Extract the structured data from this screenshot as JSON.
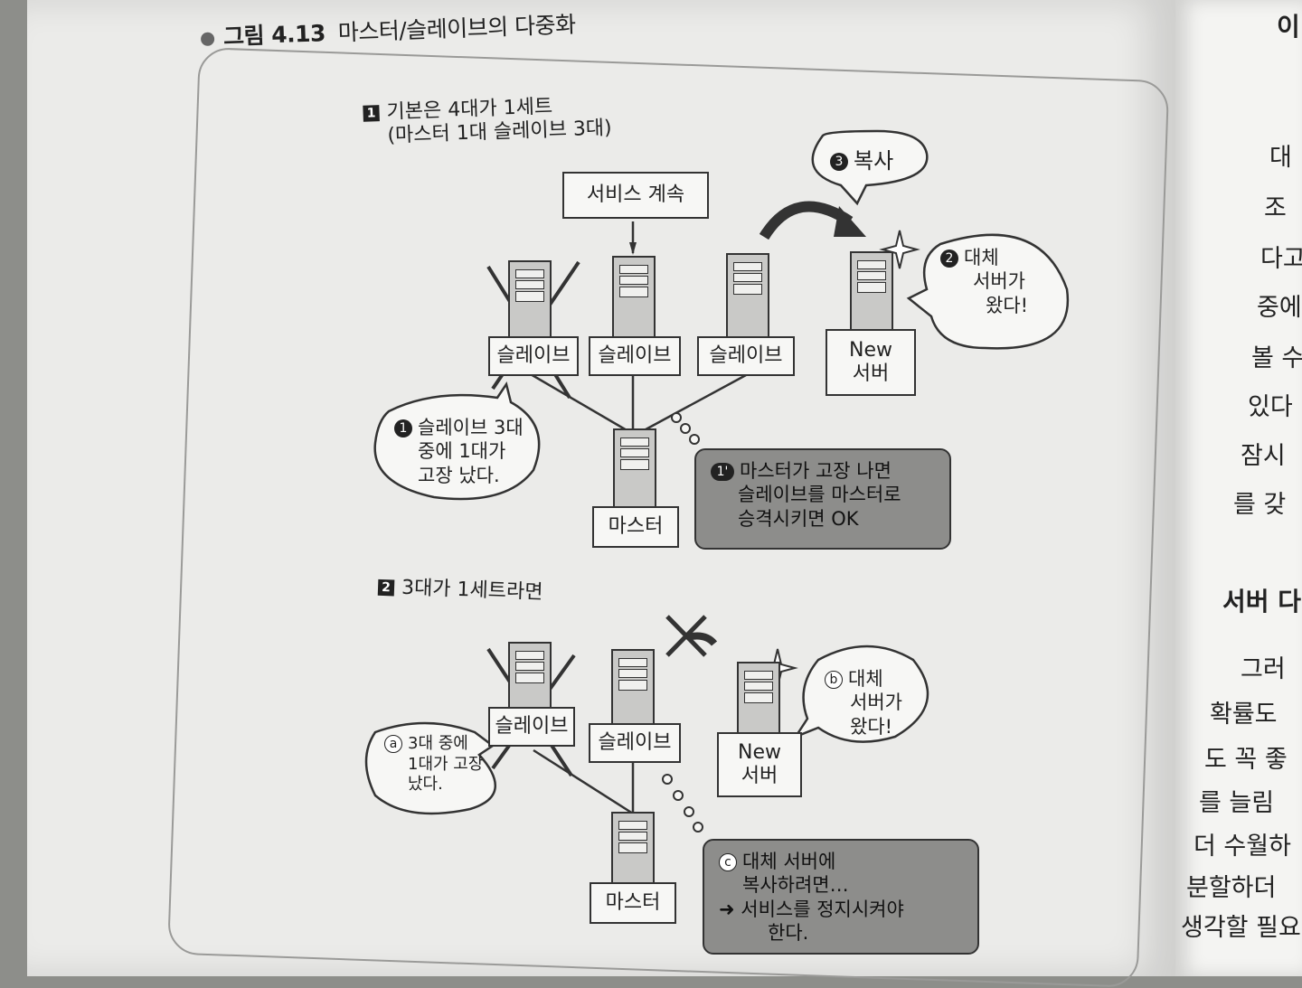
{
  "figure": {
    "number": "그림 4.13",
    "title": "마스터/슬레이브의 다중화"
  },
  "section1": {
    "marker": "1",
    "heading_line1": "기본은 4대가 1세트",
    "heading_line2": "(마스터 1대 슬레이브 3대)",
    "service_box": "서비스 계속",
    "copy_bubble": {
      "num": "3",
      "text": "복사"
    },
    "slave_labels": [
      "슬레이브",
      "슬레이브",
      "슬레이브"
    ],
    "new_server_line1": "New",
    "new_server_line2": "서버",
    "master_label": "마스터",
    "replacement_bubble": {
      "num": "2",
      "line1": "대체",
      "line2": "서버가",
      "line3": "왔다!"
    },
    "failure_bubble": {
      "num": "1",
      "line1": "슬레이브 3대",
      "line2": "중에 1대가",
      "line3": "고장 났다."
    },
    "master_note": {
      "num": "1'",
      "line1": "마스터가 고장 나면",
      "line2": "슬레이브를 마스터로",
      "line3": "승격시키면 OK"
    }
  },
  "section2": {
    "marker": "2",
    "heading": "3대가 1세트라면",
    "slave_labels": [
      "슬레이브",
      "슬레이브"
    ],
    "new_server_line1": "New",
    "new_server_line2": "서버",
    "master_label": "마스터",
    "failure_bubble": {
      "num": "a",
      "line1": "3대 중에",
      "line2": "1대가 고장",
      "line3": "났다."
    },
    "replacement_bubble": {
      "num": "b",
      "line1": "대체",
      "line2": "서버가",
      "line3": "왔다!"
    },
    "copy_note": {
      "num": "c",
      "line1": "대체 서버에",
      "line2": "복사하려면…",
      "line3": "➜ 서비스를 정지시켜야",
      "line4": "한다."
    }
  },
  "right_page": {
    "top": "이",
    "lines": [
      "대",
      "조",
      "다고",
      "중에",
      "볼 수",
      "있다",
      "잠시",
      "를 갖"
    ],
    "section_heading": "서버 다",
    "lines2": [
      "그러",
      "확률도",
      "도 꼭 좋",
      "를 늘림",
      "더 수월하",
      "분할하더",
      "생각할 필요"
    ]
  },
  "colors": {
    "note_fill": "#8d8d8b",
    "server_fill": "#c9c9c7",
    "page": "#ebebe9"
  }
}
